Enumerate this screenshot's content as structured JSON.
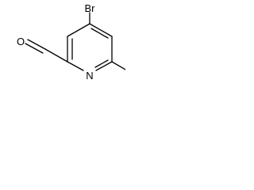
{
  "molecule": {
    "atoms": {
      "bromine": "Br",
      "nitrogen": "N",
      "oxygen": "O"
    },
    "colors": {
      "bond": "#000000",
      "label": "#000000",
      "background": "#ffffff"
    }
  }
}
